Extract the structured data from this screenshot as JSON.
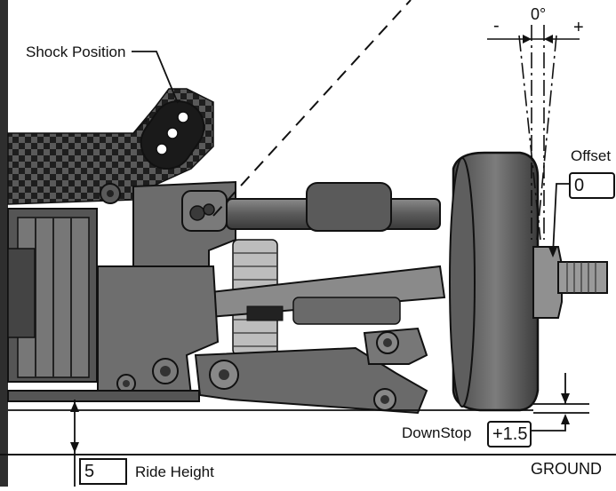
{
  "labels": {
    "shock_position": "Shock Position",
    "camber_angle": "0°",
    "camber_minus": "-",
    "camber_plus": "+",
    "offset": "Offset",
    "downstop": "DownStop",
    "ground": "GROUND",
    "ride_height": "Ride Height"
  },
  "values": {
    "offset": "0",
    "downstop": "+1.5",
    "ride_height": "5"
  },
  "colors": {
    "line": "#111111",
    "carbon_dark": "#2a2a2a",
    "carbon_light": "#6a6a6a",
    "metal": "#7a7a7a",
    "metal_dark": "#454545",
    "metal_light": "#a8a8a8",
    "edge_band": "#3a3a3a"
  }
}
